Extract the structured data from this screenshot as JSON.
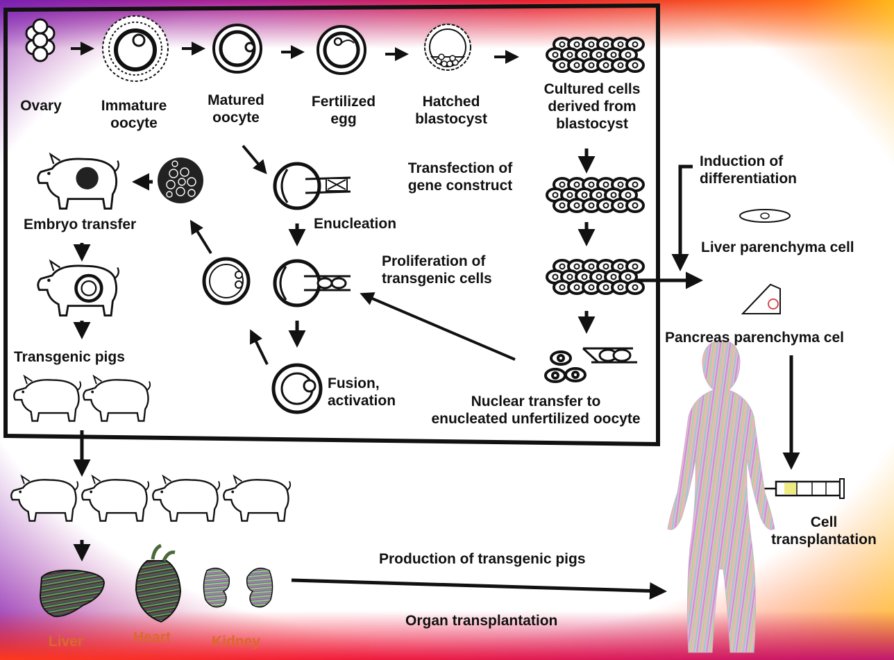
{
  "labels": {
    "ovary": "Ovary",
    "immature_oocyte": [
      "Immature",
      "oocyte"
    ],
    "matured_oocyte": [
      "Matured",
      "oocyte"
    ],
    "fertilized_egg": [
      "Fertilized",
      "egg"
    ],
    "hatched_blastocyst": [
      "Hatched",
      "blastocyst"
    ],
    "cultured_cells": [
      "Cultured cells",
      "derived from",
      "blastocyst"
    ],
    "transfection": [
      "Transfection of",
      "gene construct"
    ],
    "enucleation": "Enucleation",
    "proliferation": [
      "Proliferation of",
      "transgenic cells"
    ],
    "fusion": [
      "Fusion,",
      "activation"
    ],
    "nuclear_transfer": [
      "Nuclear transfer to",
      "enucleated unfertilized oocyte"
    ],
    "embryo_transfer": "Embryo transfer",
    "transgenic_pigs": "Transgenic pigs",
    "induction": [
      "Induction of",
      "differentiation"
    ],
    "liver_cell": "Liver parenchyma cell",
    "pancreas_cell": "Pancreas parenchyma cel",
    "cell_transplantation": [
      "Cell",
      "transplantation"
    ],
    "production": "Production of transgenic pigs",
    "organ_transplantation": "Organ transplantation",
    "liver": "Liver",
    "heart": "Heart",
    "kidney": "Kidney"
  },
  "colors": {
    "frame_purple": "#8a1fae",
    "frame_red": "#f01820",
    "frame_orange": "#ffb11a",
    "ink": "#111111",
    "organ_label": "#d96a2a"
  }
}
